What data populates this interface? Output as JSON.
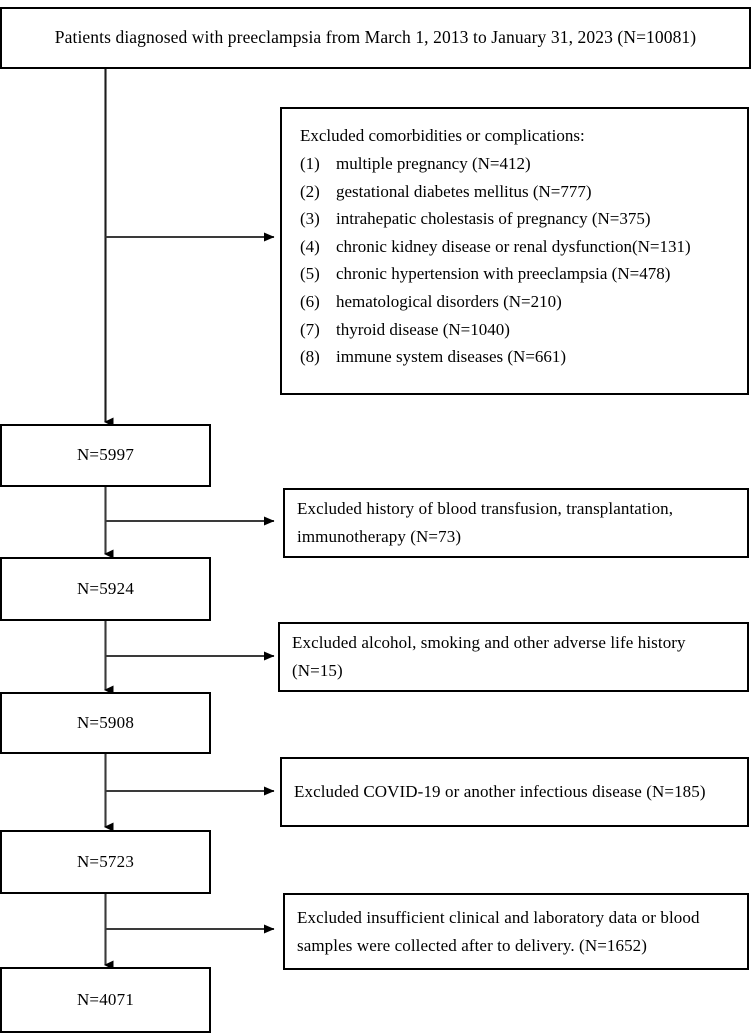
{
  "figure": {
    "type": "flowchart",
    "title_box": {
      "label": "Patients diagnosed with preeclampsia from March 1, 2013 to January 31, 2023 (N=10081)"
    },
    "cohort_boxes": [
      {
        "label": "N=5997"
      },
      {
        "label": "N=5924"
      },
      {
        "label": "N=5908"
      },
      {
        "label": "N=5723"
      },
      {
        "label": "N=4071"
      }
    ],
    "exclusion_list_box": {
      "heading": "Excluded comorbidities or complications:",
      "items": [
        {
          "number": "(1)",
          "text": "multiple pregnancy (N=412)"
        },
        {
          "number": "(2)",
          "text": "gestational diabetes mellitus (N=777)"
        },
        {
          "number": "(3)",
          "text": "intrahepatic cholestasis of pregnancy (N=375)"
        },
        {
          "number": "(4)",
          "text": "chronic kidney disease or renal dysfunction(N=131)"
        },
        {
          "number": "(5)",
          "text": "chronic hypertension with preeclampsia (N=478)"
        },
        {
          "number": "(6)",
          "text": "hematological disorders (N=210)"
        },
        {
          "number": "(7)",
          "text": "thyroid disease (N=1040)"
        },
        {
          "number": "(8)",
          "text": "immune system diseases (N=661)"
        }
      ]
    },
    "exclusion_boxes": [
      {
        "label": "Excluded history of blood transfusion, transplantation, immunotherapy (N=73)"
      },
      {
        "label": "Excluded alcohol, smoking and other adverse life history (N=15)"
      },
      {
        "label": "Excluded COVID-19 or another infectious disease (N=185)"
      },
      {
        "label": "Excluded insufficient clinical and laboratory data or blood samples were collected after to delivery. (N=1652)"
      }
    ],
    "colors": {
      "border": "#000000",
      "connector": "#3a3a3a",
      "background": "#ffffff",
      "text": "#000000"
    }
  }
}
